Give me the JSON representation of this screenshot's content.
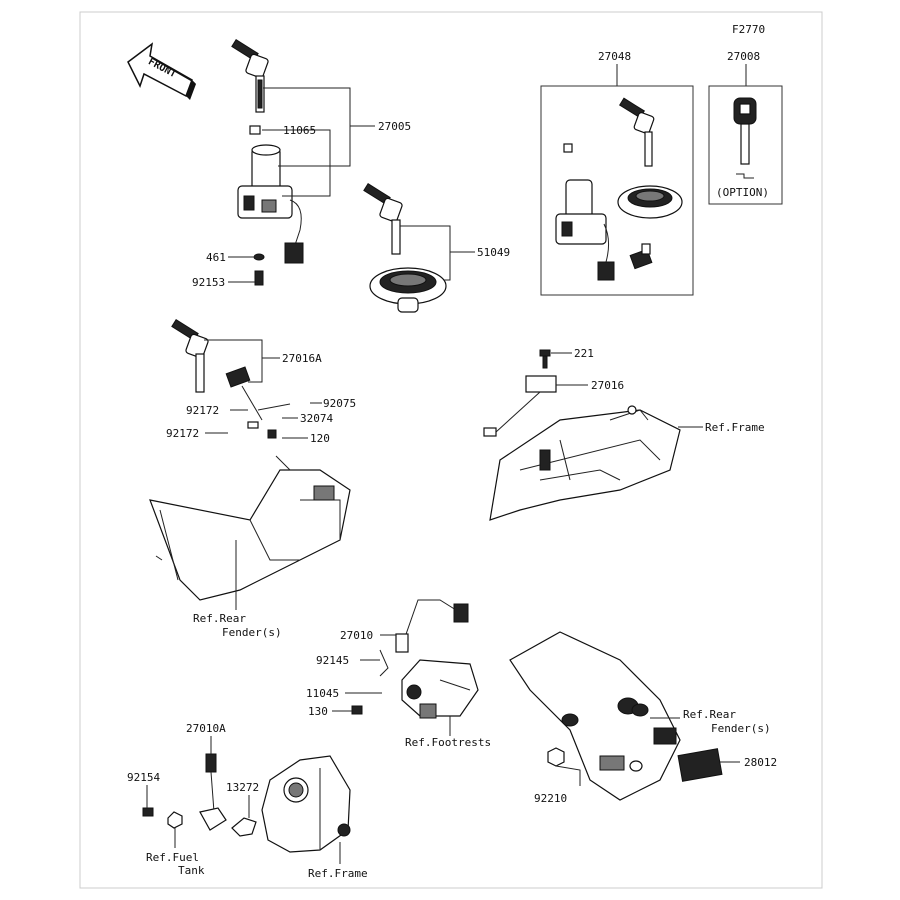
{
  "figure_code": "F2770",
  "front_label": "FRONT",
  "labels": {
    "p27048": "27048",
    "p27008": "27008",
    "option": "(OPTION)",
    "p11065": "11065",
    "p27005": "27005",
    "p461": "461",
    "p92153": "92153",
    "p51049": "51049",
    "p27016A": "27016A",
    "p92075": "92075",
    "p92172a": "92172",
    "p32074": "32074",
    "p92172b": "92172",
    "p120": "120",
    "p221": "221",
    "p27016": "27016",
    "ref_frame_1": "Ref.Frame",
    "ref_rear_fender_1a": "Ref.Rear",
    "ref_rear_fender_1b": "Fender(s)",
    "p27010": "27010",
    "p92145": "92145",
    "p11045": "11045",
    "p130": "130",
    "ref_footrests": "Ref.Footrests",
    "ref_rear_fender_2a": "Ref.Rear",
    "ref_rear_fender_2b": "Fender(s)",
    "p28012": "28012",
    "p92210": "92210",
    "p27010A": "27010A",
    "p92154": "92154",
    "p13272": "13272",
    "ref_fuel_tank_a": "Ref.Fuel",
    "ref_fuel_tank_b": "Tank",
    "ref_frame_2": "Ref.Frame"
  }
}
